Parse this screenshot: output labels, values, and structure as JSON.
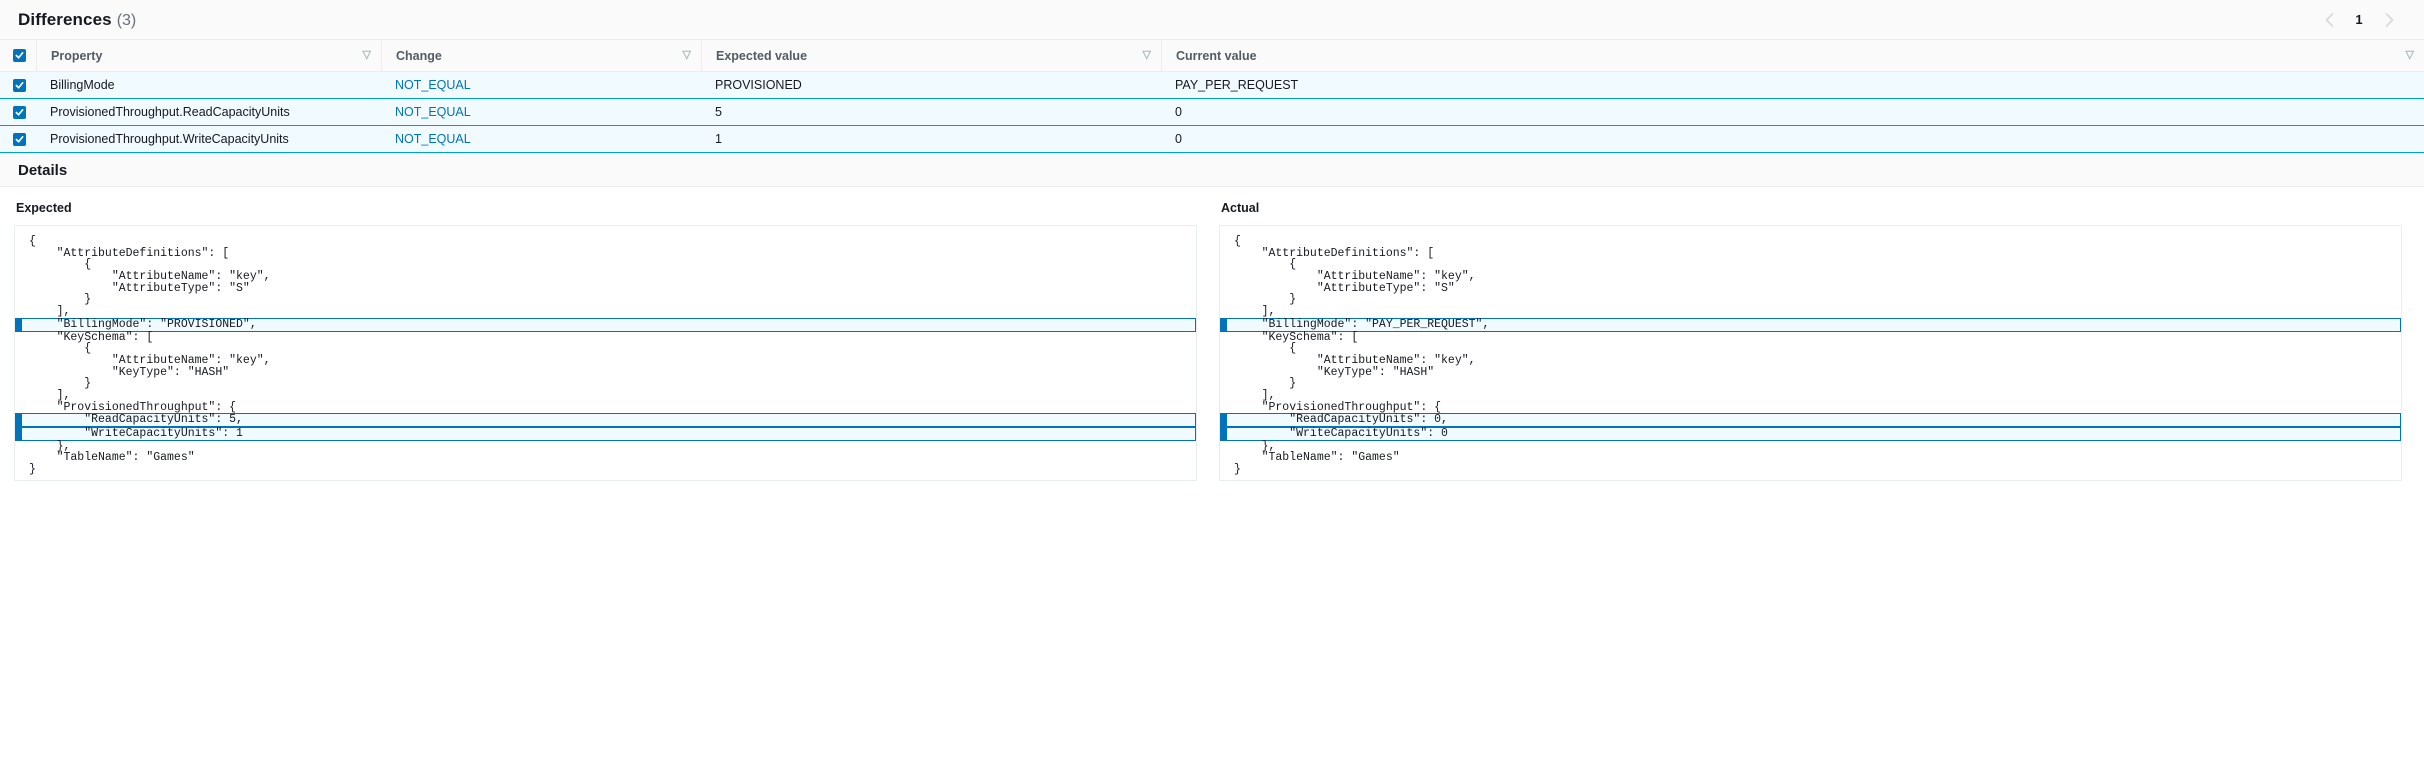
{
  "header": {
    "title": "Differences",
    "count": "(3)",
    "pagination": {
      "prev_icon": "chevron-left-icon",
      "page": "1",
      "next_icon": "chevron-right-icon"
    }
  },
  "table": {
    "columns": [
      {
        "label": "Property",
        "sortable": true
      },
      {
        "label": "Change",
        "sortable": true
      },
      {
        "label": "Expected value",
        "sortable": true
      },
      {
        "label": "Current value",
        "sortable": true
      }
    ],
    "sort_icon": "▽",
    "check_icon": "check-icon",
    "rows": [
      {
        "selected": true,
        "property": "BillingMode",
        "change": "NOT_EQUAL",
        "expected_value": "PROVISIONED",
        "current_value": "PAY_PER_REQUEST"
      },
      {
        "selected": true,
        "property": "ProvisionedThroughput.ReadCapacityUnits",
        "change": "NOT_EQUAL",
        "expected_value": "5",
        "current_value": "0"
      },
      {
        "selected": true,
        "property": "ProvisionedThroughput.WriteCapacityUnits",
        "change": "NOT_EQUAL",
        "expected_value": "1",
        "current_value": "0"
      }
    ]
  },
  "details": {
    "title": "Details",
    "expected": {
      "label": "Expected",
      "lines": [
        {
          "text": "{",
          "highlight": false
        },
        {
          "text": "    \"AttributeDefinitions\": [",
          "highlight": false
        },
        {
          "text": "        {",
          "highlight": false
        },
        {
          "text": "            \"AttributeName\": \"key\",",
          "highlight": false
        },
        {
          "text": "            \"AttributeType\": \"S\"",
          "highlight": false
        },
        {
          "text": "        }",
          "highlight": false
        },
        {
          "text": "    ],",
          "highlight": false
        },
        {
          "text": "    \"BillingMode\": \"PROVISIONED\",",
          "highlight": true
        },
        {
          "text": "    \"KeySchema\": [",
          "highlight": false
        },
        {
          "text": "        {",
          "highlight": false
        },
        {
          "text": "            \"AttributeName\": \"key\",",
          "highlight": false
        },
        {
          "text": "            \"KeyType\": \"HASH\"",
          "highlight": false
        },
        {
          "text": "        }",
          "highlight": false
        },
        {
          "text": "    ],",
          "highlight": false
        },
        {
          "text": "    \"ProvisionedThroughput\": {",
          "highlight": false
        },
        {
          "text": "        \"ReadCapacityUnits\": 5,",
          "highlight": true
        },
        {
          "text": "        \"WriteCapacityUnits\": 1",
          "highlight": true
        },
        {
          "text": "    },",
          "highlight": false
        },
        {
          "text": "    \"TableName\": \"Games\"",
          "highlight": false
        },
        {
          "text": "}",
          "highlight": false
        }
      ]
    },
    "actual": {
      "label": "Actual",
      "lines": [
        {
          "text": "{",
          "highlight": false
        },
        {
          "text": "    \"AttributeDefinitions\": [",
          "highlight": false
        },
        {
          "text": "        {",
          "highlight": false
        },
        {
          "text": "            \"AttributeName\": \"key\",",
          "highlight": false
        },
        {
          "text": "            \"AttributeType\": \"S\"",
          "highlight": false
        },
        {
          "text": "        }",
          "highlight": false
        },
        {
          "text": "    ],",
          "highlight": false
        },
        {
          "text": "    \"BillingMode\": \"PAY_PER_REQUEST\",",
          "highlight": true
        },
        {
          "text": "    \"KeySchema\": [",
          "highlight": false
        },
        {
          "text": "        {",
          "highlight": false
        },
        {
          "text": "            \"AttributeName\": \"key\",",
          "highlight": false
        },
        {
          "text": "            \"KeyType\": \"HASH\"",
          "highlight": false
        },
        {
          "text": "        }",
          "highlight": false
        },
        {
          "text": "    ],",
          "highlight": false
        },
        {
          "text": "    \"ProvisionedThroughput\": {",
          "highlight": false
        },
        {
          "text": "        \"ReadCapacityUnits\": 0,",
          "highlight": true
        },
        {
          "text": "        \"WriteCapacityUnits\": 0",
          "highlight": true
        },
        {
          "text": "    },",
          "highlight": false
        },
        {
          "text": "    \"TableName\": \"Games\"",
          "highlight": false
        },
        {
          "text": "}",
          "highlight": false
        }
      ]
    }
  },
  "colors": {
    "accent": "#0073bb",
    "row_border": "#00a1c9",
    "row_bg": "#f1faff",
    "header_bg": "#fafafa",
    "divider": "#eaeded"
  }
}
